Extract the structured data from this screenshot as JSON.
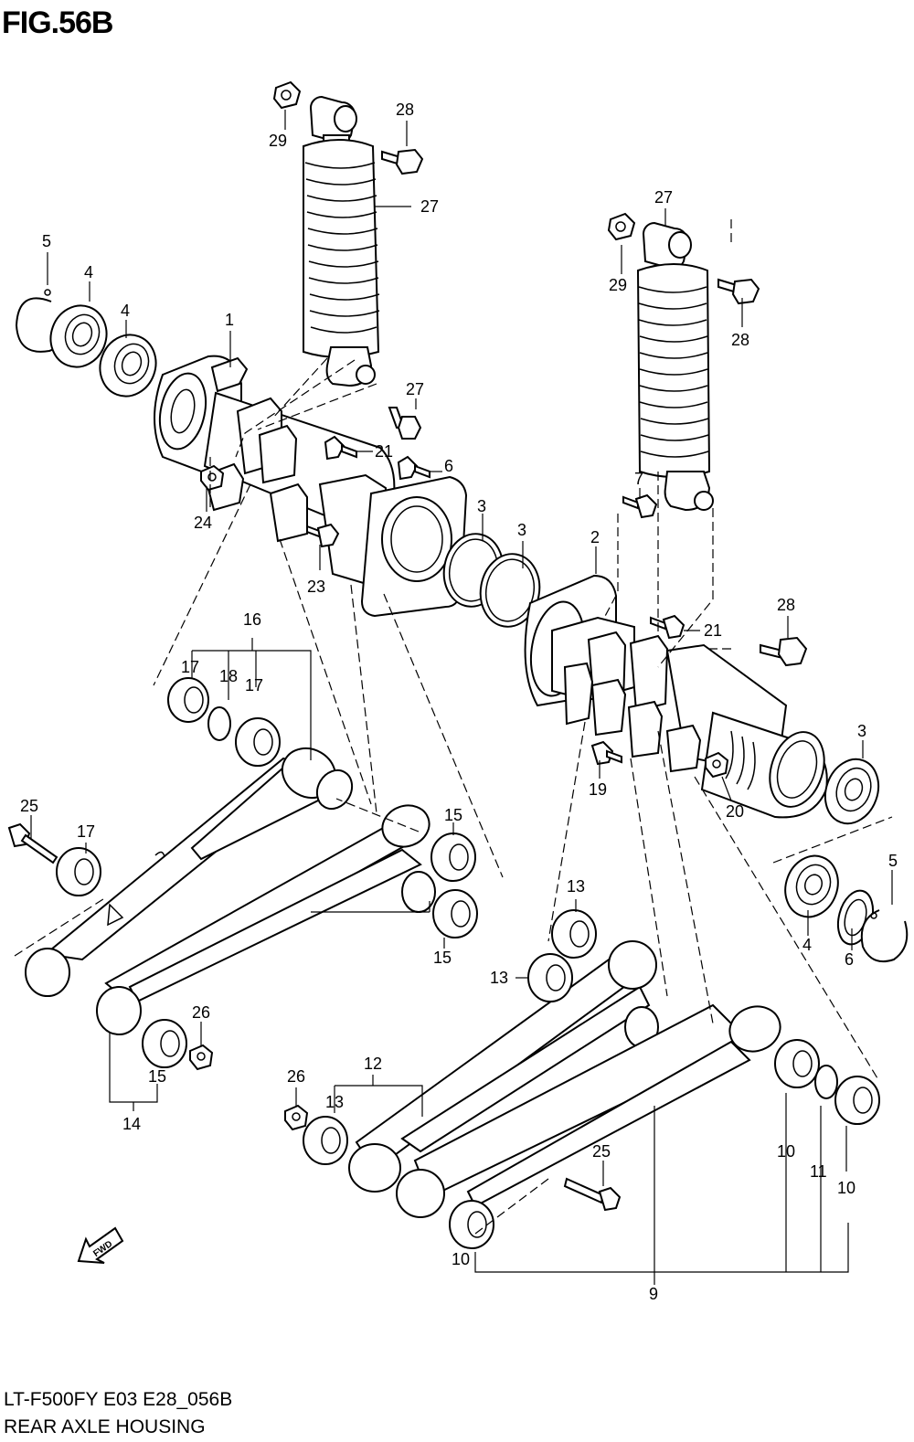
{
  "figure_label": "FIG.56B",
  "model_code": "LT-F500FY E03 E28_056B",
  "assembly_name": "REAR AXLE HOUSING",
  "fwd_icon_text": "FWD",
  "callouts": {
    "c29a": "29",
    "c28a": "28",
    "c27a": "27",
    "c27b": "27",
    "c29b": "29",
    "c28b": "28",
    "c5a": "5",
    "c4a": "4",
    "c4b": "4",
    "c1": "1",
    "c27c": "27",
    "c21a": "21",
    "c6a": "6",
    "c24": "24",
    "c23": "23",
    "c3a": "3",
    "c3b": "3",
    "c7": "7",
    "c2": "2",
    "c28c": "28",
    "c21b": "21",
    "c3c": "3",
    "c16": "16",
    "c17a": "17",
    "c18": "18",
    "c17b": "17",
    "c25a": "25",
    "c17c": "17",
    "c15a": "15",
    "c15b": "15",
    "c19": "19",
    "c20": "20",
    "c5b": "5",
    "c4c": "4",
    "c6b": "6",
    "c13a": "13",
    "c13b": "13",
    "c26a": "26",
    "c15c": "15",
    "c14": "14",
    "c12": "12",
    "c26b": "26",
    "c13c": "13",
    "c25b": "25",
    "c10a": "10",
    "c11": "11",
    "c10b": "10",
    "c10c": "10",
    "c9": "9"
  }
}
